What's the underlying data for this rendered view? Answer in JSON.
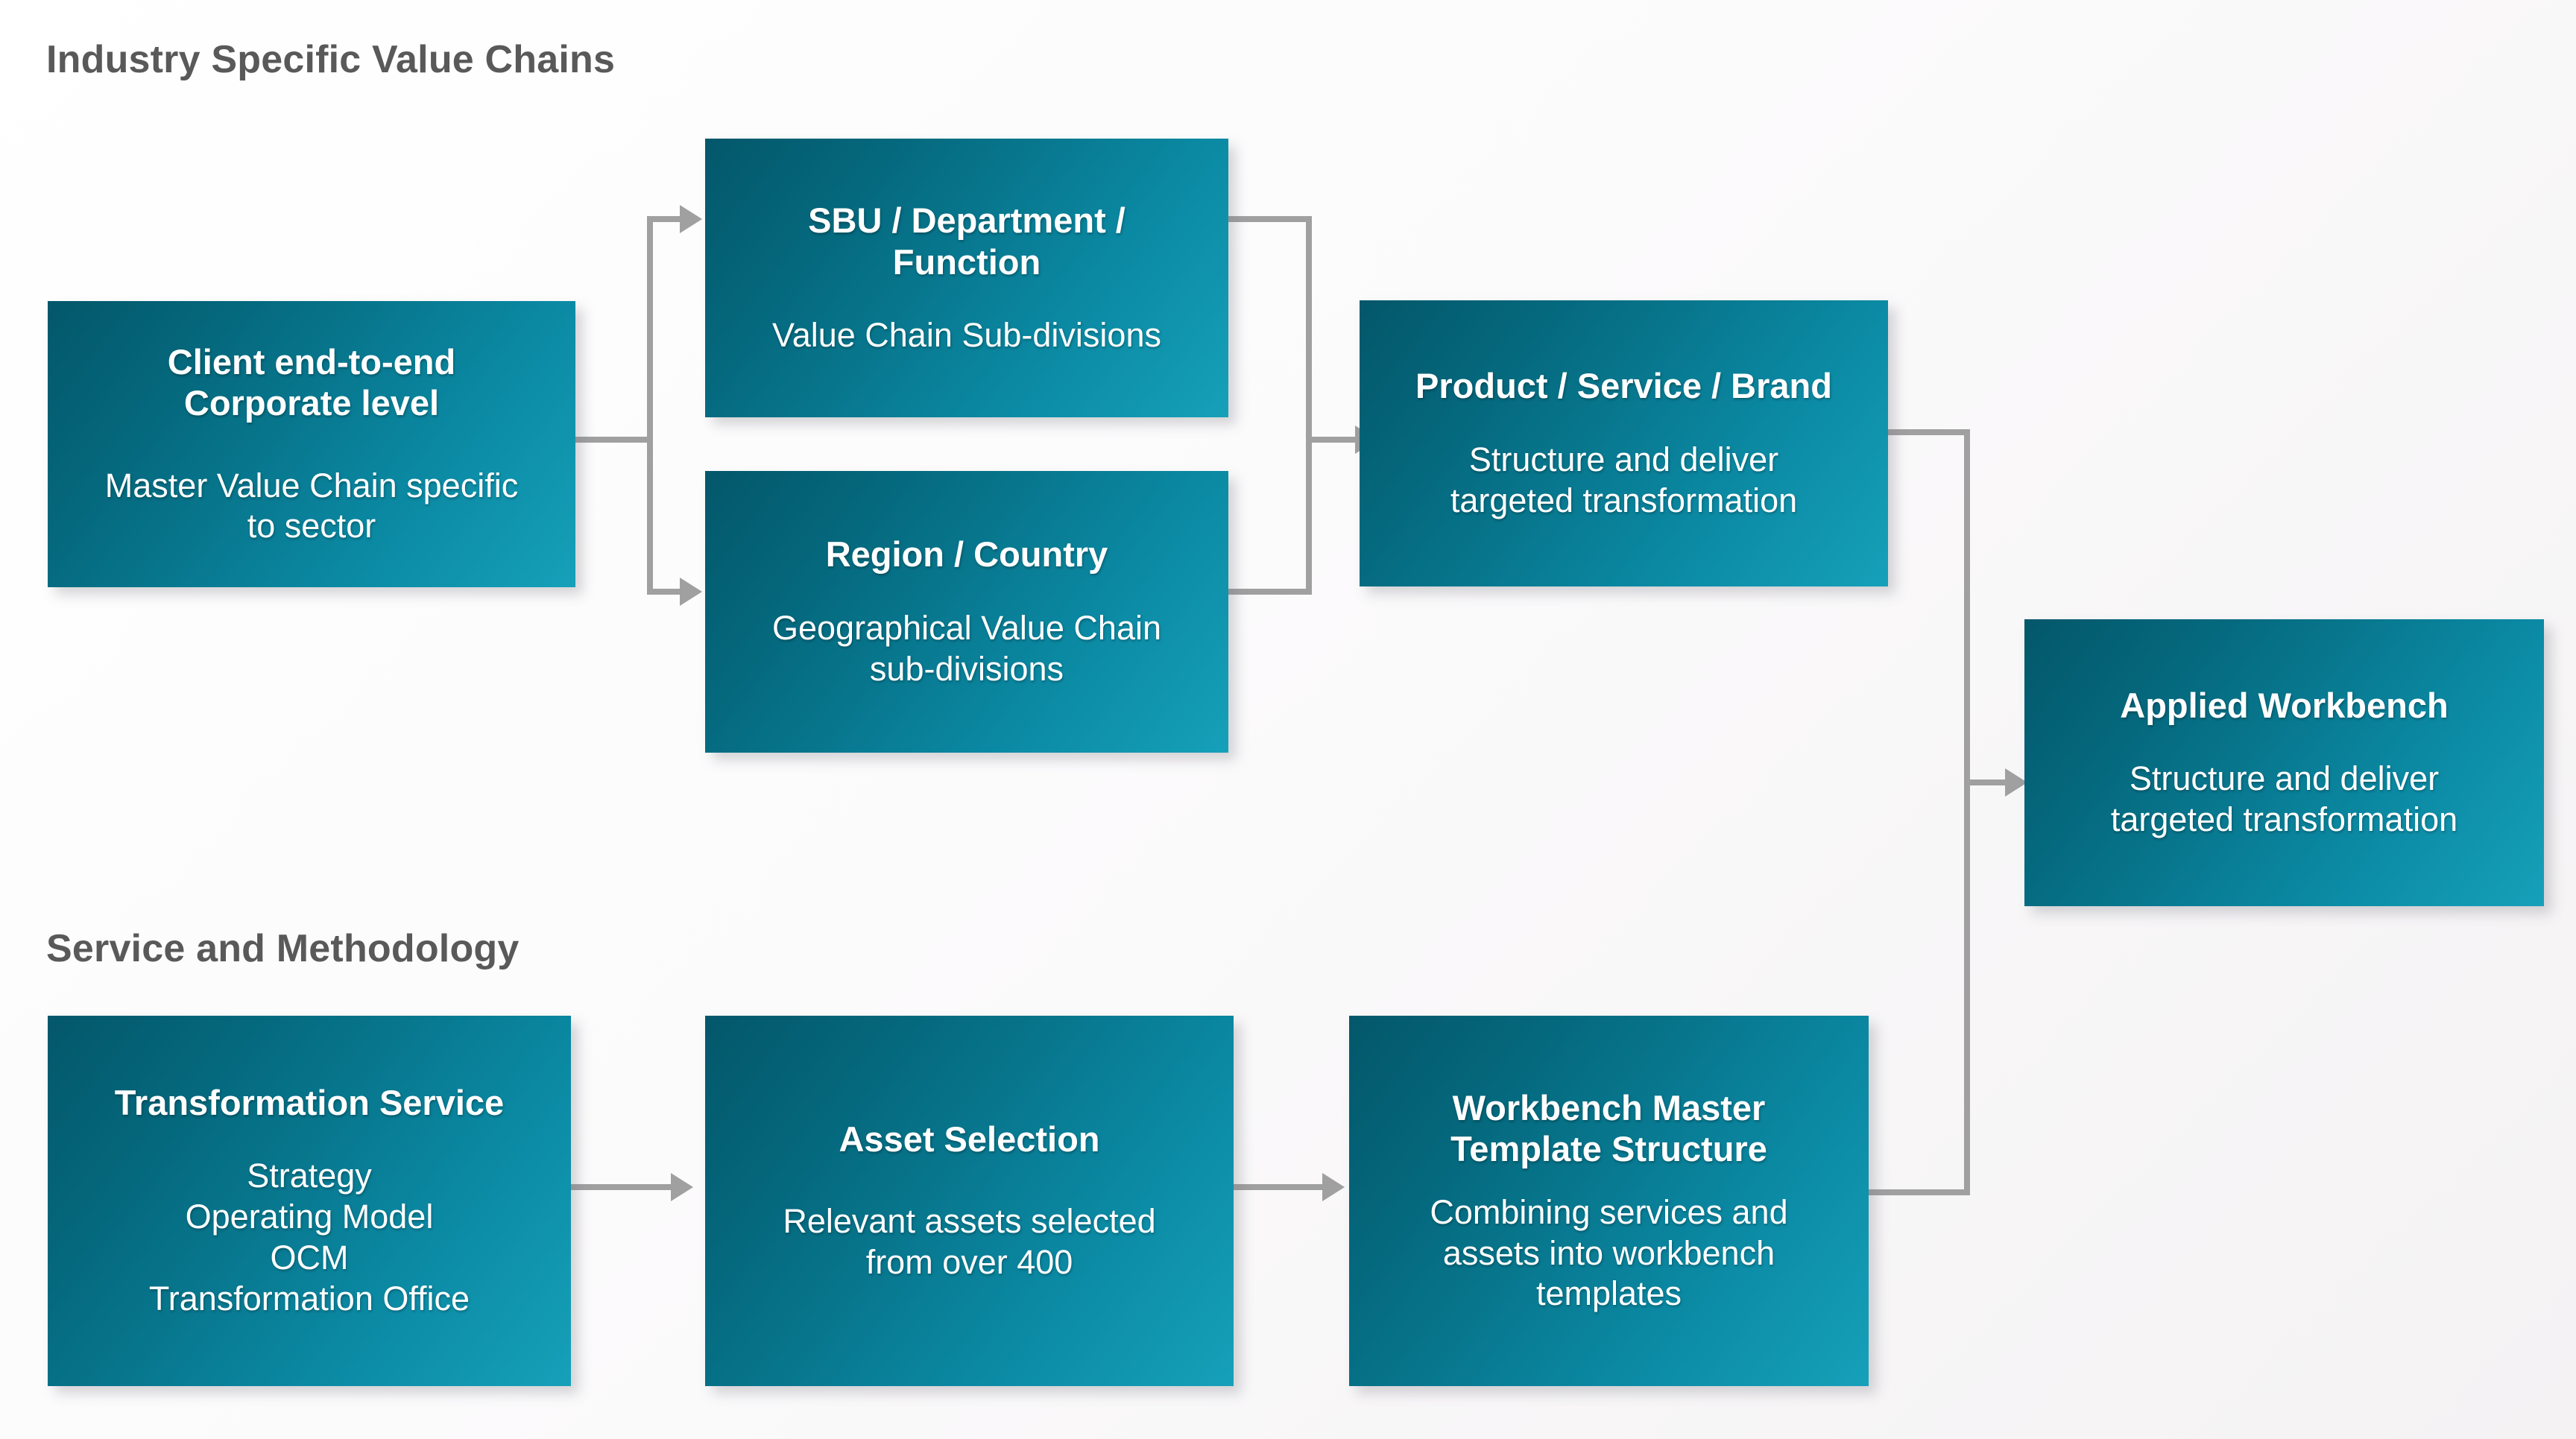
{
  "sections": [
    {
      "id": "industry",
      "heading": "Industry Specific Value Chains"
    },
    {
      "id": "service",
      "heading": "Service and Methodology"
    }
  ],
  "nodes": {
    "client": {
      "title": "Client end-to-end\nCorporate level",
      "body": "Master Value Chain specific\nto sector"
    },
    "sbu": {
      "title": "SBU / Department /\nFunction",
      "body": "Value Chain Sub-divisions"
    },
    "region": {
      "title": "Region / Country",
      "body": "Geographical Value Chain\nsub-divisions"
    },
    "product": {
      "title": "Product / Service / Brand",
      "body": "Structure and deliver\ntargeted transformation"
    },
    "applied": {
      "title": "Applied Workbench",
      "body": "Structure and deliver\ntargeted transformation"
    },
    "transformation": {
      "title": "Transformation Service",
      "body": "Strategy\nOperating Model\nOCM\nTransformation Office"
    },
    "asset": {
      "title": "Asset Selection",
      "body": "Relevant assets selected\nfrom over 400"
    },
    "workbench_master": {
      "title": "Workbench Master\nTemplate Structure",
      "body": "Combining services and\nassets into workbench\ntemplates"
    }
  },
  "colors": {
    "box_gradient_start": "#04576a",
    "box_gradient_end": "#16a0b9",
    "heading_text": "#595959",
    "connector": "#a0a0a0",
    "node_text": "#ffffff",
    "page_background": "#ffffff"
  }
}
